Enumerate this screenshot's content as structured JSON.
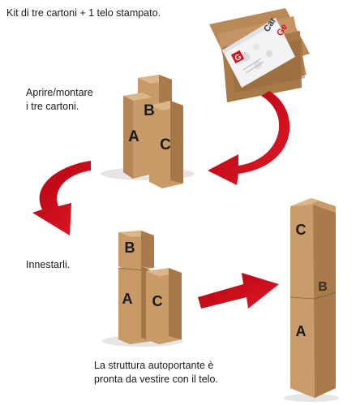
{
  "captions": {
    "kit": "Kit di tre cartoni + 1 telo stampato.",
    "open_line1": "Aprire/montare",
    "open_line2": "i tre cartoni.",
    "fit": "Innestarli.",
    "final_line1": "La struttura autoportante è",
    "final_line2": "pronta da vestire con il telo."
  },
  "box_labels": {
    "a": "A",
    "b": "B",
    "c": "C"
  },
  "logo_text": {
    "g": "G",
    "brand_1": "Ge",
    "brand_2": "Car"
  },
  "colors": {
    "cardboard_front": "#c79a68",
    "cardboard_side": "#a97b4b",
    "cardboard_top": "#dcb689",
    "arrow": "#d0101e",
    "text": "#1a1a1a"
  }
}
